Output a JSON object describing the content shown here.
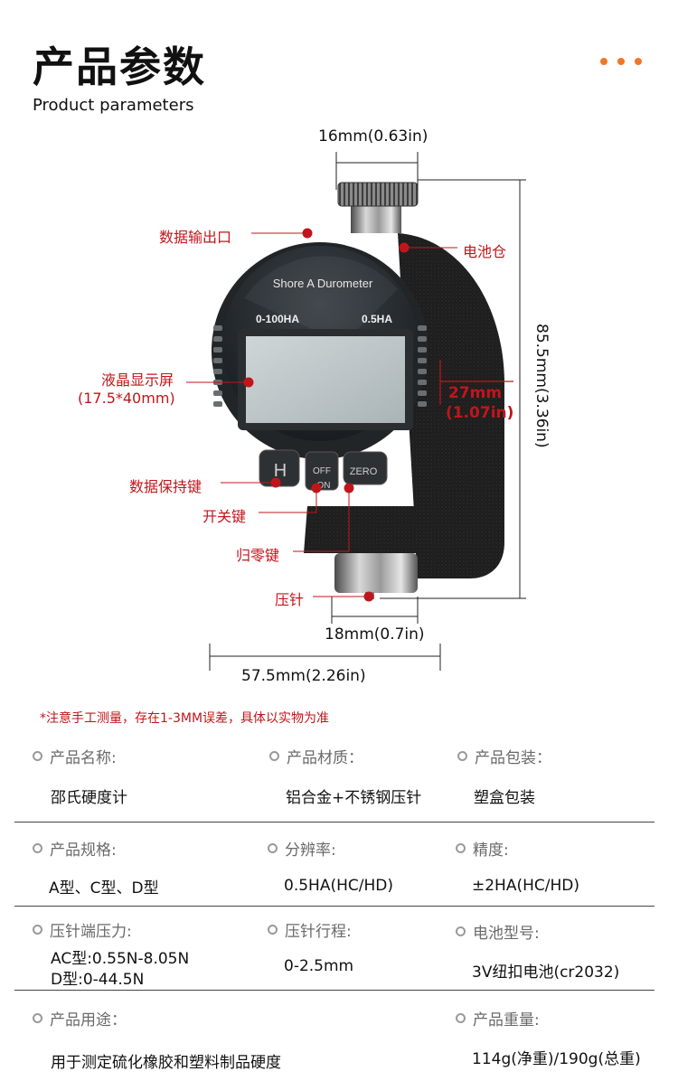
{
  "header": {
    "title_cn": "产品参数",
    "title_en": "Product parameters",
    "accent_color": "#f0772a"
  },
  "device": {
    "face_label": "Shore A Durometer",
    "range_label": "0-100HA",
    "resolution_label": "0.5HA",
    "button_h": "H",
    "button_power_top": "OFF",
    "button_power_bottom": "ON",
    "button_zero": "ZERO"
  },
  "dimensions": {
    "top_width": "16mm(0.63in)",
    "height": "85.5mm(3.36in)",
    "display_offset_line1": "27mm",
    "display_offset_line2": "(1.07in)",
    "needle_width": "18mm(0.7in)",
    "total_width": "57.5mm(2.26in)"
  },
  "callouts": {
    "data_output": "数据输出口",
    "battery": "电池仓",
    "lcd_line1": "液晶显示屏",
    "lcd_line2": "(17.5*40mm)",
    "hold_key": "数据保持键",
    "power_key": "开关键",
    "zero_key": "归零键",
    "needle": "压针",
    "callout_color": "#c0161b"
  },
  "note": "*注意手工测量，存在1-3MM误差，具体以实物为准",
  "specs": {
    "name_label": "产品名称:",
    "name_value": "邵氏硬度计",
    "material_label": "产品材质：",
    "material_value": "铝合金+不锈钢压针",
    "package_label": "产品包装：",
    "package_value": "塑盒包装",
    "spec_label": "产品规格:",
    "spec_value": "A型、C型、D型",
    "resolution_label": "分辨率:",
    "resolution_value": "0.5HA(HC/HD)",
    "accuracy_label": "精度:",
    "accuracy_value": "±2HA(HC/HD)",
    "force_label": "压针端压力:",
    "force_value_line1": "AC型:0.55N-8.05N",
    "force_value_line2": "D型:0-44.5N",
    "stroke_label": "压针行程:",
    "stroke_value": "0-2.5mm",
    "battery_label": "电池型号:",
    "battery_value": "3V纽扣电池(cr2032)",
    "usage_label": "产品用途：",
    "usage_value": "用于测定硫化橡胶和塑料制品硬度",
    "weight_label": "产品重量:",
    "weight_value": "114g(净重)/190g(总重)"
  }
}
